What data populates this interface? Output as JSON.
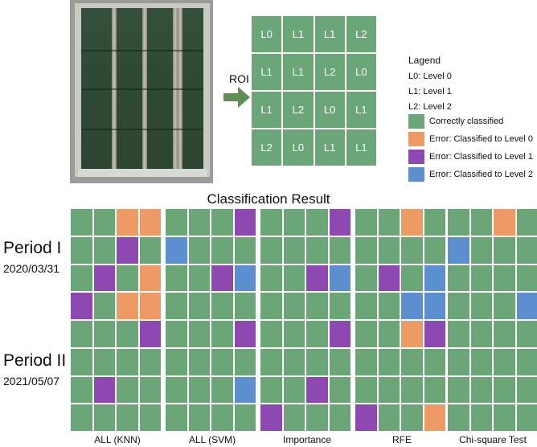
{
  "roi_label": "ROI",
  "roi_grid": {
    "rows": [
      [
        "L0",
        "L1",
        "L1",
        "L2"
      ],
      [
        "L1",
        "L1",
        "L2",
        "L0"
      ],
      [
        "L1",
        "L2",
        "L0",
        "L1"
      ],
      [
        "L2",
        "L0",
        "L1",
        "L1"
      ]
    ]
  },
  "legend": {
    "title": "Lagend",
    "levels": [
      "L0: Level 0",
      "L1: Level 1",
      "L2: Level 2"
    ],
    "items": [
      {
        "label": "Correctly classified",
        "key": "G",
        "color": "#6aa678"
      },
      {
        "label": "Error: Classified to Level 0",
        "key": "O",
        "color": "#ee9a64"
      },
      {
        "label": "Error: Classified to Level 1",
        "key": "P",
        "color": "#8e48b2"
      },
      {
        "label": "Error: Classified to Level 2",
        "key": "B",
        "color": "#5b8fd0"
      }
    ]
  },
  "result_title": "Classification Result",
  "periods": [
    {
      "name": "Period I",
      "date": "2020/03/31"
    },
    {
      "name": "Period II",
      "date": "2021/05/07"
    }
  ],
  "methods": [
    "ALL (KNN)",
    "ALL (SVM)",
    "Importance",
    "RFE",
    "Chi-square Test"
  ],
  "results": {
    "period1": [
      [
        "GGOO",
        "GGPG",
        "GPGO",
        "PGOO"
      ],
      [
        "GGGP",
        "BGGG",
        "GGPB",
        "GGGG"
      ],
      [
        "GGGP",
        "GGGG",
        "GGPB",
        "GGGG"
      ],
      [
        "GGOG",
        "GGGG",
        "GPGB",
        "GGBB"
      ],
      [
        "GGOG",
        "BGGG",
        "GGGG",
        "GGGB"
      ]
    ],
    "period2": [
      [
        "GGGP",
        "GGGG",
        "GPGG",
        "GGGG"
      ],
      [
        "GGGP",
        "GGGG",
        "GGGB",
        "GGGG"
      ],
      [
        "GGGP",
        "GGGG",
        "GGPG",
        "PGGG"
      ],
      [
        "GGOP",
        "GGGG",
        "GGGG",
        "PGGO"
      ],
      [
        "GGGG",
        "GGGG",
        "GGGG",
        "GGGG"
      ]
    ]
  }
}
